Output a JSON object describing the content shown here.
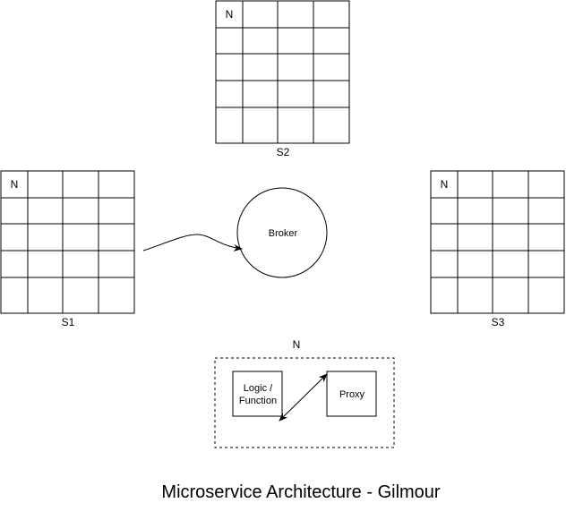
{
  "title": "Microservice Architecture - Gilmour",
  "broker": {
    "label": "Broker"
  },
  "services": [
    {
      "id": "s1",
      "label": "S1",
      "cell_label": "N"
    },
    {
      "id": "s2",
      "label": "S2",
      "cell_label": "N"
    },
    {
      "id": "s3",
      "label": "S3",
      "cell_label": "N"
    }
  ],
  "node": {
    "label": "N",
    "logic_box": {
      "line1": "Logic /",
      "line2": "Function"
    },
    "proxy_box": {
      "label": "Proxy"
    }
  }
}
